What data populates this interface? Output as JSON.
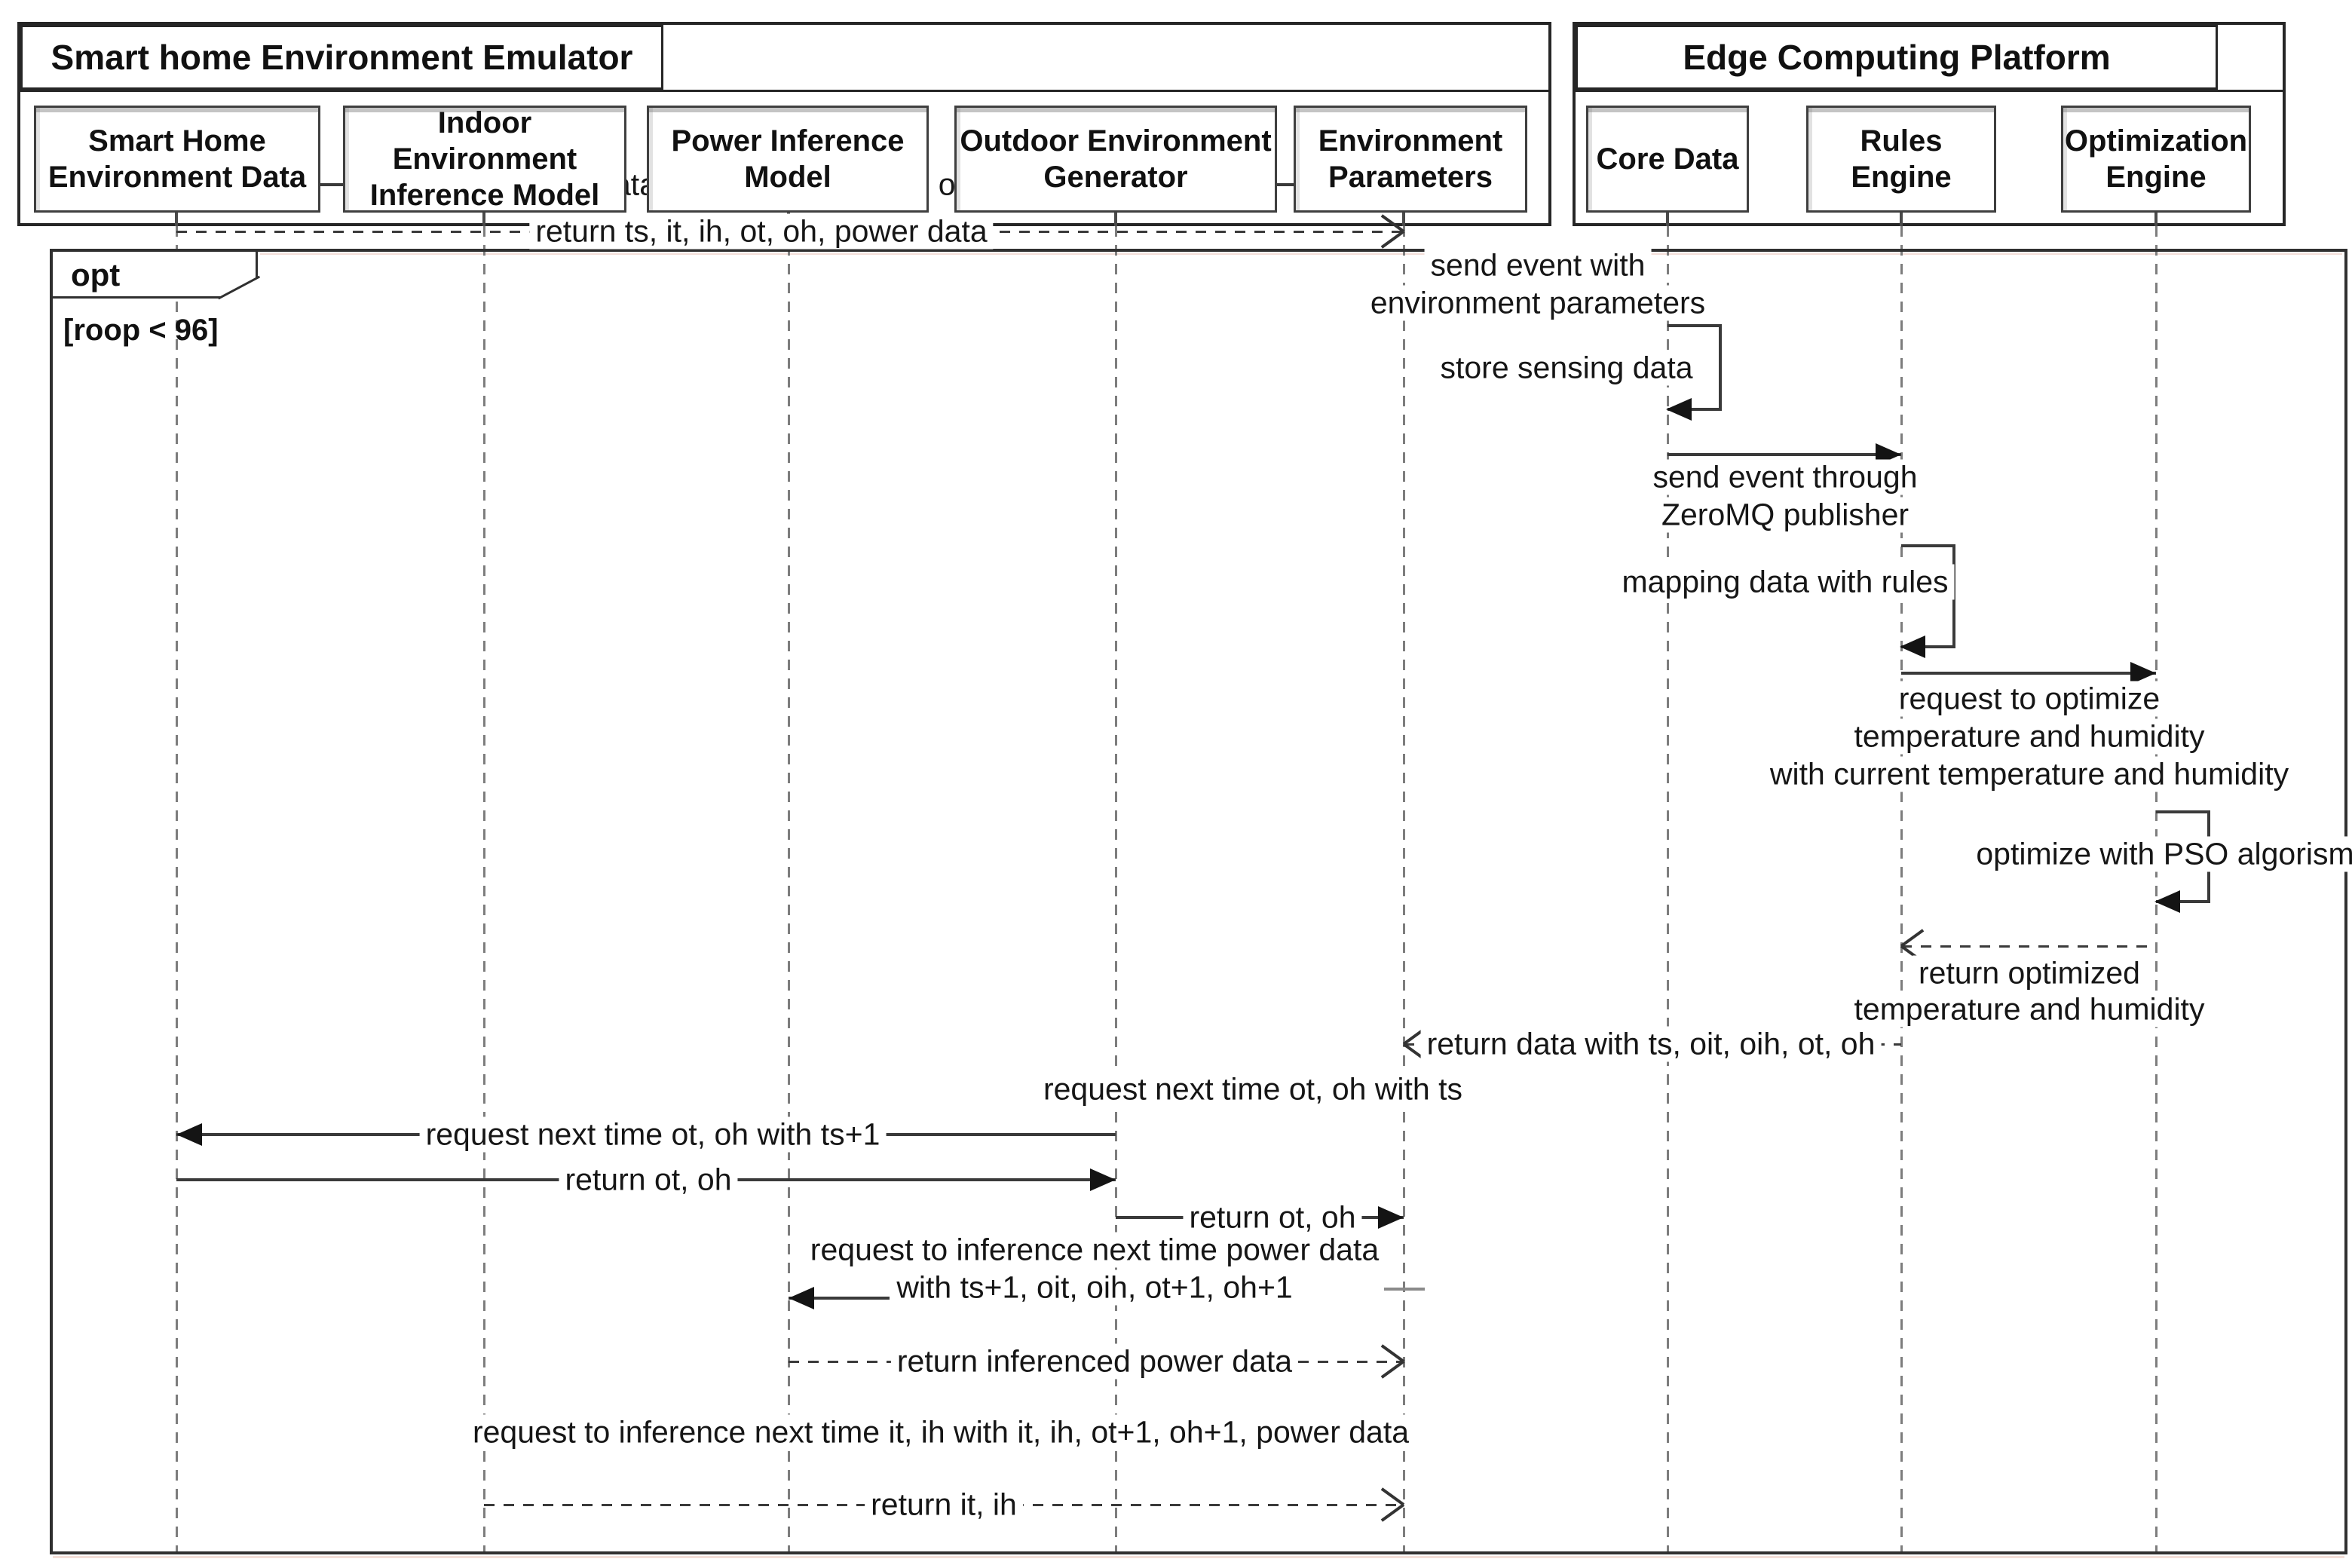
{
  "frames": {
    "emulator": {
      "title": "Smart home Environment Emulator"
    },
    "edge": {
      "title": "Edge Computing Platform"
    }
  },
  "fragment": {
    "operator": "opt",
    "guard": "[roop < 96]"
  },
  "actors": [
    {
      "id": "shed",
      "group": "emulator",
      "lines": [
        "Smart Home",
        "Environment Data"
      ]
    },
    {
      "id": "ieim",
      "group": "emulator",
      "lines": [
        "Indoor Environment",
        "Inference Model"
      ]
    },
    {
      "id": "pim",
      "group": "emulator",
      "lines": [
        "Power Inference",
        "Model"
      ]
    },
    {
      "id": "oeg",
      "group": "emulator",
      "lines": [
        "Outdoor Environment",
        "Generator"
      ]
    },
    {
      "id": "ep",
      "group": "emulator",
      "lines": [
        "Environment",
        "Parameters"
      ]
    },
    {
      "id": "cd",
      "group": "edge",
      "lines": [
        "Core Data"
      ]
    },
    {
      "id": "re",
      "group": "edge",
      "lines": [
        "Rules Engine"
      ]
    },
    {
      "id": "oe",
      "group": "edge",
      "lines": [
        "Optimization",
        "Engine"
      ]
    }
  ],
  "messages": [
    {
      "id": "m1",
      "from": "ep",
      "to": "shed",
      "style": "solid",
      "arrow": "filled",
      "lines": [
        "request current data such as ts, it, ih, ot, oh, power data"
      ]
    },
    {
      "id": "m2",
      "from": "shed",
      "to": "ep",
      "style": "dashed",
      "arrow": "open",
      "lines": [
        "return  ts, it, ih, ot, oh, power data"
      ]
    },
    {
      "id": "m3",
      "from": "ep",
      "to": "cd",
      "style": "none",
      "arrow": "none",
      "lines": [
        "send event with",
        "environment parameters"
      ]
    },
    {
      "id": "m4",
      "from": "cd",
      "to": "cd",
      "style": "self",
      "arrow": "filled",
      "lines": [
        "store sensing data"
      ]
    },
    {
      "id": "m5",
      "from": "cd",
      "to": "re",
      "style": "solid",
      "arrow": "filled",
      "lines": [
        "send event through",
        "ZeroMQ publisher"
      ]
    },
    {
      "id": "m6",
      "from": "re",
      "to": "re",
      "style": "self",
      "arrow": "filled",
      "lines": [
        "mapping data with rules"
      ]
    },
    {
      "id": "m7",
      "from": "re",
      "to": "oe",
      "style": "solid",
      "arrow": "filled",
      "lines": [
        "request to optimize",
        "temperature and humidity",
        "with current temperature and humidity"
      ]
    },
    {
      "id": "m8",
      "from": "oe",
      "to": "oe",
      "style": "self",
      "arrow": "filled",
      "lines": [
        "optimize with PSO algorism"
      ]
    },
    {
      "id": "m9",
      "from": "oe",
      "to": "re",
      "style": "dashed",
      "arrow": "open",
      "lines": [
        "return optimized",
        "temperature and humidity"
      ]
    },
    {
      "id": "m10",
      "from": "re",
      "to": "ep",
      "style": "dashed",
      "arrow": "open",
      "lines": [
        "return data with ts, oit, oih, ot, oh"
      ]
    },
    {
      "id": "m11",
      "from": "ep",
      "to": "oeg",
      "style": "none",
      "arrow": "none",
      "lines": [
        "request next time ot, oh with ts"
      ]
    },
    {
      "id": "m12",
      "from": "oeg",
      "to": "shed",
      "style": "solid",
      "arrow": "filled",
      "lines": [
        "request next time ot, oh with ts+1"
      ]
    },
    {
      "id": "m13",
      "from": "shed",
      "to": "oeg",
      "style": "solid",
      "arrow": "filled",
      "lines": [
        "return ot, oh"
      ]
    },
    {
      "id": "m14",
      "from": "oeg",
      "to": "ep",
      "style": "solid",
      "arrow": "filled",
      "lines": [
        "return ot, oh"
      ]
    },
    {
      "id": "m15",
      "from": "ep",
      "to": "pim",
      "style": "stub",
      "arrow": "filled",
      "lines": [
        "request to inference next time power data",
        "with ts+1, oit, oih, ot+1, oh+1"
      ]
    },
    {
      "id": "m16",
      "from": "pim",
      "to": "ep",
      "style": "dashed",
      "arrow": "open",
      "lines": [
        "return inferenced power data"
      ]
    },
    {
      "id": "m17",
      "from": "ep",
      "to": "ieim",
      "style": "none",
      "arrow": "none",
      "lines": [
        "request to inference next time it, ih with it, ih, ot+1, oh+1, power data"
      ]
    },
    {
      "id": "m18",
      "from": "ieim",
      "to": "ep",
      "style": "dashed",
      "arrow": "open",
      "lines": [
        "return it, ih"
      ]
    }
  ]
}
